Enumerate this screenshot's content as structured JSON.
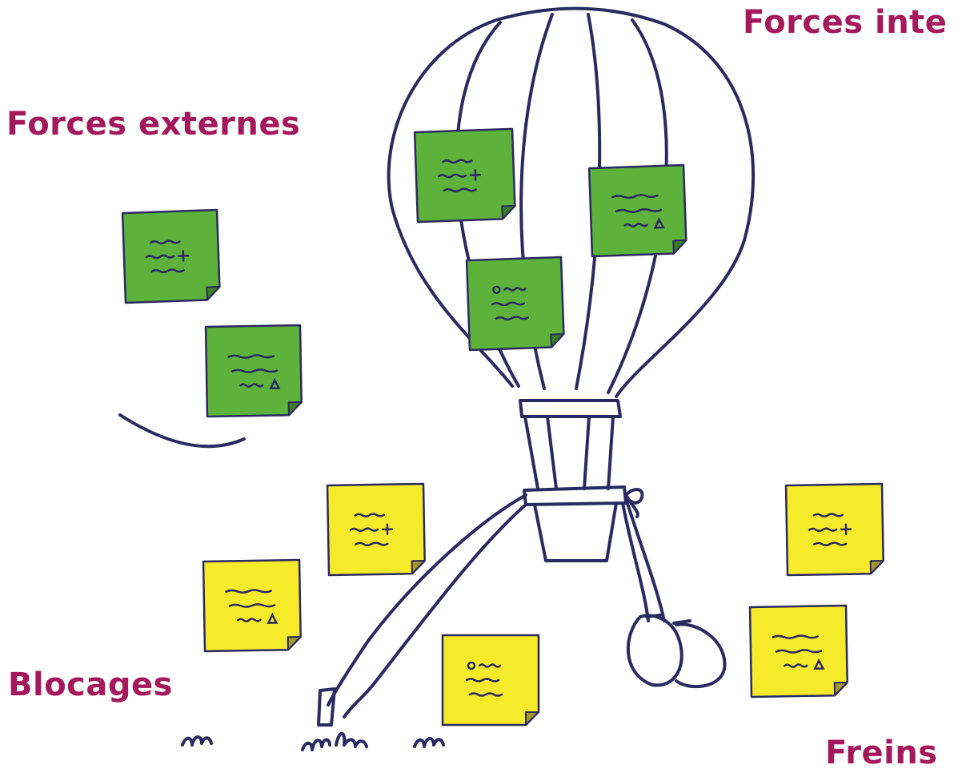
{
  "labels": {
    "forces_externes": "Forces externes",
    "forces_internes": "Forces inte",
    "blocages": "Blocages",
    "freins": "Freins"
  },
  "colors": {
    "label": "#a3195b",
    "ink": "#2b2960",
    "note_green": "#5cb23a",
    "note_green_corner": "#3f7d25",
    "note_yellow": "#f6eb2a",
    "note_yellow_corner": "#a3962a"
  },
  "notes": [
    {
      "group": "forces-externes",
      "color": "green",
      "symbol": "plus"
    },
    {
      "group": "forces-externes",
      "color": "green",
      "symbol": "delta"
    },
    {
      "group": "forces-internes",
      "color": "green",
      "symbol": "plus"
    },
    {
      "group": "forces-internes",
      "color": "green",
      "symbol": "delta"
    },
    {
      "group": "forces-internes",
      "color": "green",
      "symbol": "circle"
    },
    {
      "group": "blocages",
      "color": "yellow",
      "symbol": "plus"
    },
    {
      "group": "blocages",
      "color": "yellow",
      "symbol": "delta"
    },
    {
      "group": "blocages",
      "color": "yellow",
      "symbol": "circle"
    },
    {
      "group": "freins",
      "color": "yellow",
      "symbol": "plus"
    },
    {
      "group": "freins",
      "color": "yellow",
      "symbol": "delta"
    }
  ]
}
